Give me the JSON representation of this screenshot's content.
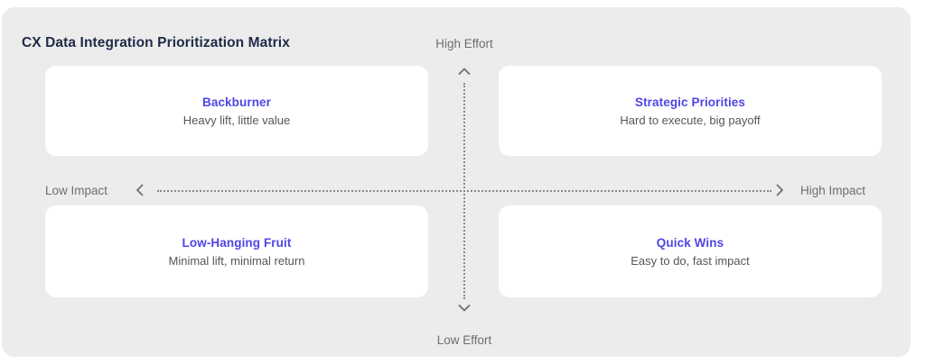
{
  "panel": {
    "title": "CX Data Integration Prioritization Matrix",
    "background_color": "#ECECEC",
    "card_color": "#FFFFFF",
    "accent_color": "#4F46E5",
    "title_color": "#1E2A47",
    "muted_color": "#6E6E6E"
  },
  "axes": {
    "vertical": {
      "top_label": "High Effort",
      "bottom_label": "Low Effort",
      "top_arrow_icon": "chevron-up-icon",
      "bottom_arrow_icon": "chevron-down-icon",
      "style": "dotted"
    },
    "horizontal": {
      "left_label": "Low Impact",
      "right_label": "High Impact",
      "left_arrow_icon": "chevron-left-icon",
      "right_arrow_icon": "chevron-right-icon",
      "style": "dotted"
    }
  },
  "chart_data": {
    "type": "scatter",
    "title": "CX Data Integration Prioritization Matrix",
    "xlabel": "Impact",
    "ylabel": "Effort",
    "xlim": [
      "Low Impact",
      "High Impact"
    ],
    "ylim": [
      "Low Effort",
      "High Effort"
    ],
    "grid": false,
    "legend": "none",
    "quadrants": [
      {
        "position": "top-left",
        "effort": "High Effort",
        "impact": "Low Impact",
        "title": "Backburner",
        "subtitle": "Heavy lift, little value"
      },
      {
        "position": "top-right",
        "effort": "High Effort",
        "impact": "High Impact",
        "title": "Strategic Priorities",
        "subtitle": "Hard to execute, big payoff"
      },
      {
        "position": "bottom-left",
        "effort": "Low Effort",
        "impact": "Low Impact",
        "title": "Low-Hanging Fruit",
        "subtitle": "Minimal lift, minimal return"
      },
      {
        "position": "bottom-right",
        "effort": "Low Effort",
        "impact": "High Impact",
        "title": "Quick Wins",
        "subtitle": "Easy to do, fast impact"
      }
    ]
  }
}
